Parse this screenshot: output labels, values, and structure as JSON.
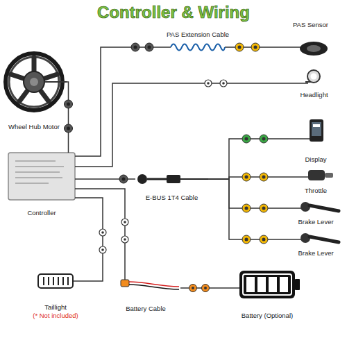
{
  "diagram": {
    "title": "Controller & Wiring",
    "nodes": [
      {
        "text": [
          "Wheel Hub Motor"
        ]
      },
      {
        "text": [
          "Controller"
        ]
      },
      {
        "text": [
          "PAS Sensor"
        ]
      },
      {
        "text": [
          "Headlight"
        ]
      },
      {
        "text": [
          "E-BUS 1T4 Cable"
        ]
      },
      {
        "text": [
          "Display"
        ]
      },
      {
        "text": [
          "Throttle"
        ]
      },
      {
        "text": [
          "Brake Lever"
        ]
      },
      {
        "text": [
          "Brake Lever"
        ]
      },
      {
        "text": [
          "Taillight",
          "(* Not included)"
        ]
      },
      {
        "text": [
          "Battery Cable"
        ]
      },
      {
        "text": [
          "Battery (Optional)"
        ]
      }
    ],
    "edges": [
      {
        "from": 1,
        "to": 0,
        "arrow": "none"
      },
      {
        "from": 1,
        "to": 2,
        "label": "PAS Extension Cable",
        "arrow": "none"
      },
      {
        "from": 1,
        "to": 3,
        "arrow": "none"
      },
      {
        "from": 1,
        "to": 4,
        "arrow": "none"
      },
      {
        "from": 4,
        "to": 5,
        "arrow": "none"
      },
      {
        "from": 4,
        "to": 6,
        "arrow": "none"
      },
      {
        "from": 4,
        "to": 7,
        "arrow": "none"
      },
      {
        "from": 4,
        "to": 8,
        "arrow": "none"
      },
      {
        "from": 1,
        "to": 9,
        "arrow": "none"
      },
      {
        "from": 1,
        "to": 10,
        "arrow": "none"
      },
      {
        "from": 10,
        "to": 11,
        "arrow": "none"
      }
    ]
  }
}
